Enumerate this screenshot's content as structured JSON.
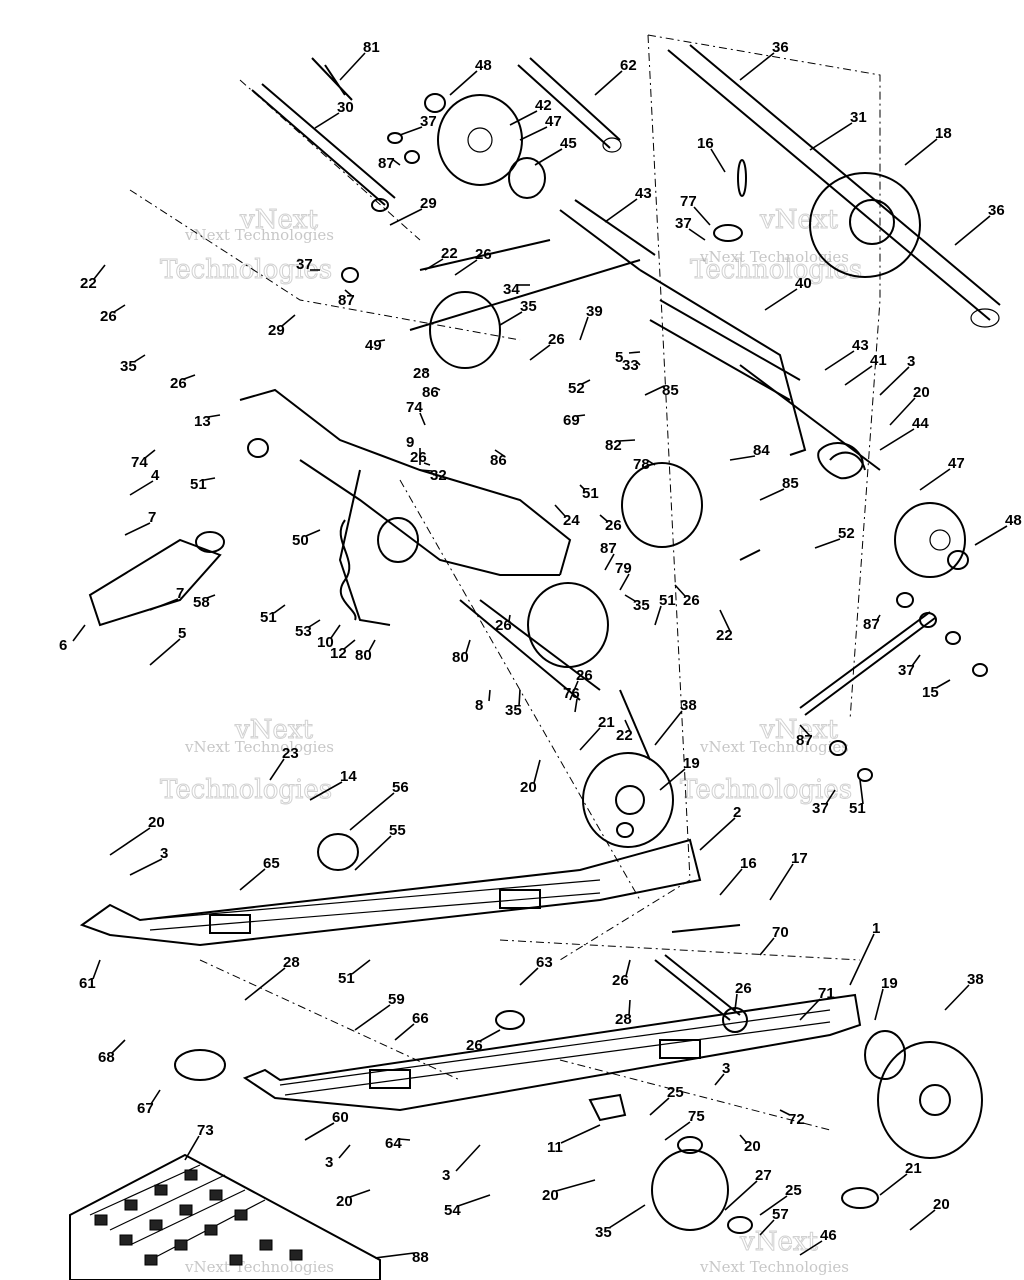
{
  "callouts": [
    {
      "t": "81"
    },
    {
      "t": "48"
    },
    {
      "t": "62"
    },
    {
      "t": "36"
    },
    {
      "t": "30"
    },
    {
      "t": "42"
    },
    {
      "t": "47"
    },
    {
      "t": "37"
    },
    {
      "t": "45"
    },
    {
      "t": "87"
    },
    {
      "t": "31"
    },
    {
      "t": "16"
    },
    {
      "t": "18"
    },
    {
      "t": "43"
    },
    {
      "t": "29"
    },
    {
      "t": "77"
    },
    {
      "t": "36"
    },
    {
      "t": "37"
    },
    {
      "t": "22"
    },
    {
      "t": "26"
    },
    {
      "t": "37"
    },
    {
      "t": "87"
    },
    {
      "t": "34"
    },
    {
      "t": "40"
    },
    {
      "t": "22"
    },
    {
      "t": "26"
    },
    {
      "t": "29"
    },
    {
      "t": "35"
    },
    {
      "t": "49"
    },
    {
      "t": "39"
    },
    {
      "t": "26"
    },
    {
      "t": "35"
    },
    {
      "t": "26"
    },
    {
      "t": "5"
    },
    {
      "t": "33"
    },
    {
      "t": "43"
    },
    {
      "t": "41"
    },
    {
      "t": "3"
    },
    {
      "t": "52"
    },
    {
      "t": "85"
    },
    {
      "t": "28"
    },
    {
      "t": "86"
    },
    {
      "t": "20"
    },
    {
      "t": "74"
    },
    {
      "t": "69"
    },
    {
      "t": "13"
    },
    {
      "t": "44"
    },
    {
      "t": "82"
    },
    {
      "t": "9"
    },
    {
      "t": "26"
    },
    {
      "t": "86"
    },
    {
      "t": "84"
    },
    {
      "t": "74"
    },
    {
      "t": "78"
    },
    {
      "t": "51"
    },
    {
      "t": "4"
    },
    {
      "t": "85"
    },
    {
      "t": "47"
    },
    {
      "t": "32"
    },
    {
      "t": "51"
    },
    {
      "t": "26"
    },
    {
      "t": "48"
    },
    {
      "t": "7"
    },
    {
      "t": "24"
    },
    {
      "t": "52"
    },
    {
      "t": "50"
    },
    {
      "t": "87"
    },
    {
      "t": "7"
    },
    {
      "t": "58"
    },
    {
      "t": "79"
    },
    {
      "t": "35"
    },
    {
      "t": "51"
    },
    {
      "t": "26"
    },
    {
      "t": "22"
    },
    {
      "t": "51"
    },
    {
      "t": "53"
    },
    {
      "t": "26"
    },
    {
      "t": "87"
    },
    {
      "t": "10"
    },
    {
      "t": "6"
    },
    {
      "t": "5"
    },
    {
      "t": "12"
    },
    {
      "t": "80"
    },
    {
      "t": "80"
    },
    {
      "t": "37"
    },
    {
      "t": "15"
    },
    {
      "t": "8"
    },
    {
      "t": "26"
    },
    {
      "t": "76"
    },
    {
      "t": "35"
    },
    {
      "t": "38"
    },
    {
      "t": "21"
    },
    {
      "t": "22"
    },
    {
      "t": "87"
    },
    {
      "t": "20"
    },
    {
      "t": "19"
    },
    {
      "t": "37"
    },
    {
      "t": "51"
    },
    {
      "t": "23"
    },
    {
      "t": "14"
    },
    {
      "t": "56"
    },
    {
      "t": "55"
    },
    {
      "t": "20"
    },
    {
      "t": "3"
    },
    {
      "t": "65"
    },
    {
      "t": "2"
    },
    {
      "t": "16"
    },
    {
      "t": "17"
    },
    {
      "t": "61"
    },
    {
      "t": "28"
    },
    {
      "t": "51"
    },
    {
      "t": "63"
    },
    {
      "t": "70"
    },
    {
      "t": "1"
    },
    {
      "t": "26"
    },
    {
      "t": "71"
    },
    {
      "t": "38"
    },
    {
      "t": "19"
    },
    {
      "t": "59"
    },
    {
      "t": "66"
    },
    {
      "t": "28"
    },
    {
      "t": "26"
    },
    {
      "t": "26"
    },
    {
      "t": "68"
    },
    {
      "t": "67"
    },
    {
      "t": "3"
    },
    {
      "t": "60"
    },
    {
      "t": "25"
    },
    {
      "t": "75"
    },
    {
      "t": "72"
    },
    {
      "t": "73"
    },
    {
      "t": "3"
    },
    {
      "t": "64"
    },
    {
      "t": "3"
    },
    {
      "t": "11"
    },
    {
      "t": "20"
    },
    {
      "t": "20"
    },
    {
      "t": "54"
    },
    {
      "t": "20"
    },
    {
      "t": "27"
    },
    {
      "t": "21"
    },
    {
      "t": "25"
    },
    {
      "t": "20"
    },
    {
      "t": "57"
    },
    {
      "t": "35"
    },
    {
      "t": "46"
    },
    {
      "t": "88"
    }
  ],
  "watermark": {
    "line1": "vNext",
    "line2": "Technologies",
    "caption": "vNext Technologies"
  }
}
